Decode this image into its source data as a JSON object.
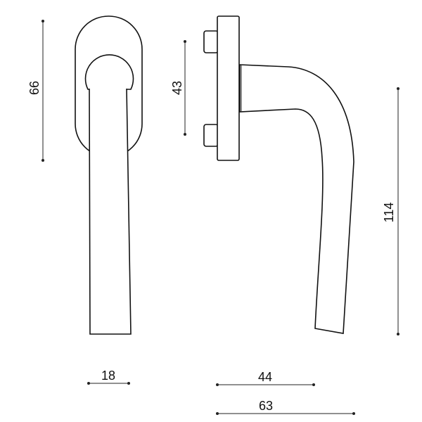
{
  "dimensions": {
    "rosette_height": "66",
    "pin_spacing": "43",
    "handle_length": "114",
    "handle_width": "18",
    "projection": "44",
    "total_depth": "63"
  }
}
